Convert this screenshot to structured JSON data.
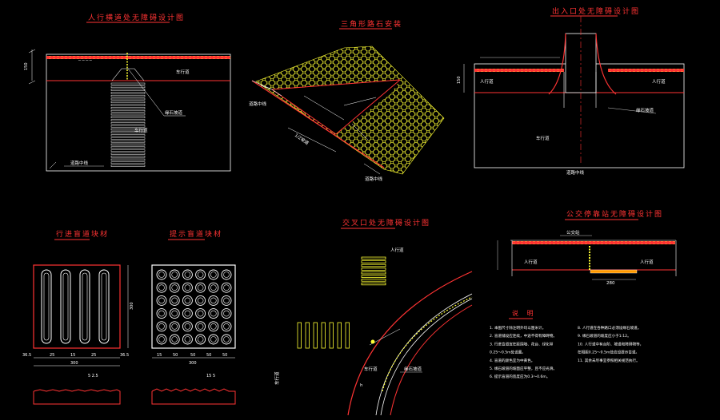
{
  "titles": {
    "d1": "人行横道处无障碍设计图",
    "d2": "三角形路石安装",
    "d3": "出入口处无障碍设计图",
    "d4": "行进盲道块材",
    "d5": "提示盲道块材",
    "d6": "交叉口处无障碍设计图",
    "d7": "公交停靠站无障碍设计图"
  },
  "labels": {
    "road": "车行道",
    "sidewalk": "人行道",
    "curb": "道路中线",
    "edge_line": "道路中线",
    "ramp": "缘石坡道",
    "blind_path": "盲道",
    "bus_stop": "公交站",
    "dim_w": "300",
    "dim_left": "36.5",
    "dim_right": "36.5",
    "dim_25a": "25",
    "dim_25b": "25",
    "dim_15": "15",
    "dim_50": "50",
    "dim_h": "300",
    "dim_280": "280"
  },
  "notes": {
    "heading": "说 明",
    "left": [
      "1. 本图尺寸除注明外均以厘米计。",
      "2. 盲道铺设应连续，中途不得有障碍物。",
      "3. 行进盲道宜在距围墙、花台、绿化带",
      "   0.25～0.5m处设置。",
      "4. 盲道的颜色宜为中黄色。",
      "5. 缘石坡道的坡面应平整，且不应光滑。",
      "6. 提示盲道的宽度应为0.3～0.6m。"
    ],
    "right": [
      "8. 人行道在各种路口必须设缘石坡道。",
      "9. 缘石坡道的坡度应小于1:12。",
      "10. 人行道中有台阶、坡道和障碍物等，",
      "    在相距0.25～0.5m处应设提示盲道。",
      "11. 其余未尽事宜参照相关规范执行。"
    ]
  },
  "colors": {
    "red": "#ff3333",
    "yellow": "#ffff33",
    "white": "#ffffff",
    "gray": "#c0c0c0",
    "green": "#33ff33",
    "orange": "#ff9900"
  }
}
